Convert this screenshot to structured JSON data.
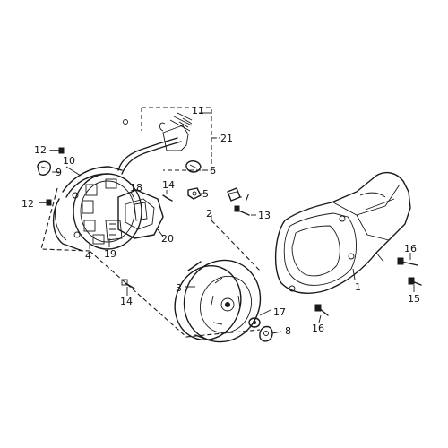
{
  "callouts": {
    "c1": "1",
    "c2": "2",
    "c3": "3",
    "c4": "4",
    "c5": "5",
    "c6": "6",
    "c7": "7",
    "c8": "8",
    "c9": "9",
    "c10": "10",
    "c11": "11",
    "c12a": "12",
    "c12b": "12",
    "c13": "13",
    "c14a": "14",
    "c14b": "14",
    "c15": "15",
    "c16a": "16",
    "c16b": "16",
    "c17": "17",
    "c18": "18",
    "c19": "19",
    "c20": "20",
    "c21": "21"
  }
}
